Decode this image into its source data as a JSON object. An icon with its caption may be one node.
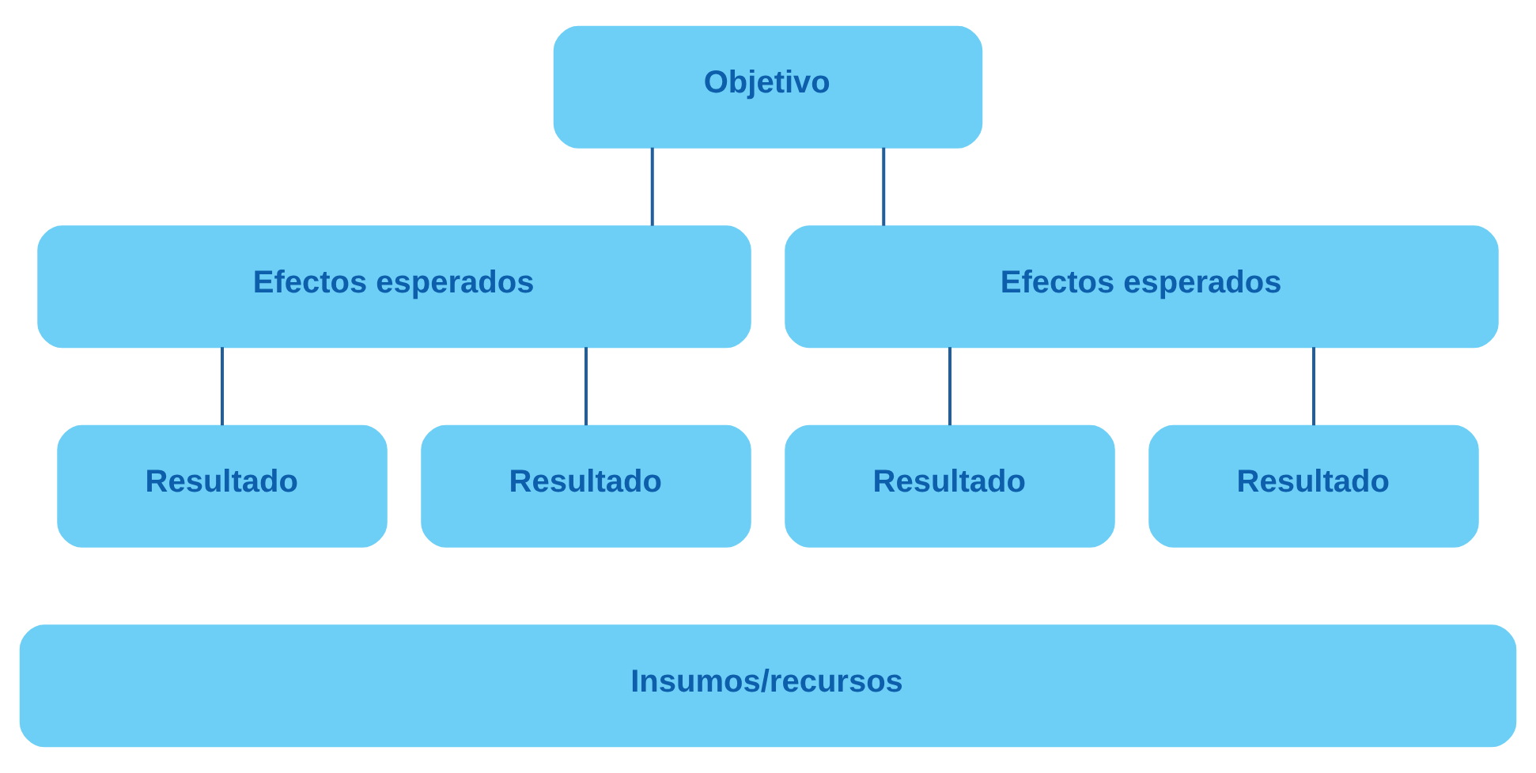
{
  "diagram": {
    "nodes": [
      {
        "text": [
          "Objetivo"
        ]
      },
      {
        "text": [
          "Efectos esperados"
        ]
      },
      {
        "text": [
          "Efectos esperados"
        ]
      },
      {
        "text": [
          "Resultado"
        ]
      },
      {
        "text": [
          "Resultado"
        ]
      },
      {
        "text": [
          "Resultado"
        ]
      },
      {
        "text": [
          "Resultado"
        ]
      },
      {
        "text": [
          "Insumos/recursos"
        ]
      }
    ],
    "edges": [
      {
        "from": 0,
        "to": 1,
        "arrow": "none"
      },
      {
        "from": 0,
        "to": 2,
        "arrow": "none"
      },
      {
        "from": 1,
        "to": 3,
        "arrow": "none"
      },
      {
        "from": 1,
        "to": 4,
        "arrow": "none"
      },
      {
        "from": 2,
        "to": 5,
        "arrow": "none"
      },
      {
        "from": 2,
        "to": 6,
        "arrow": "none"
      }
    ]
  }
}
